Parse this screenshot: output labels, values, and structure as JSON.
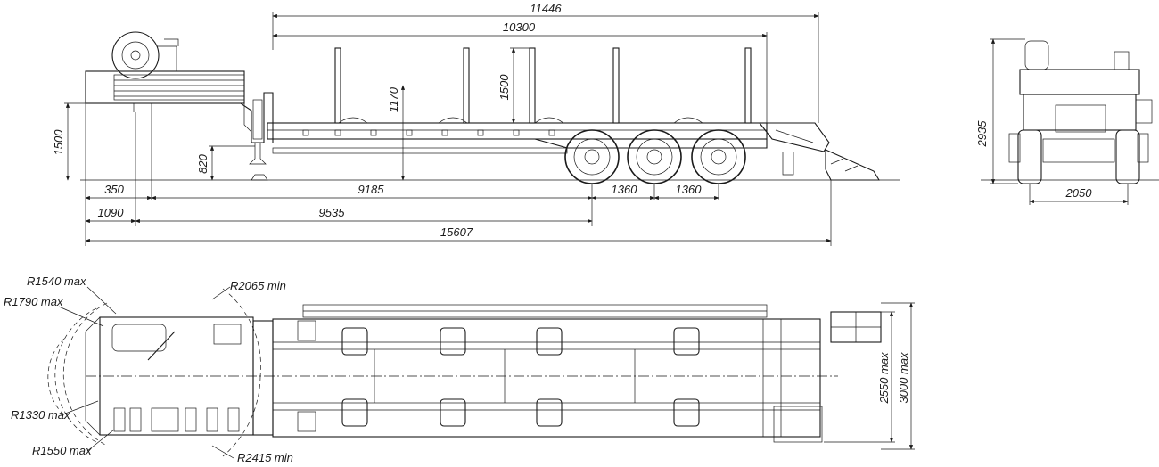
{
  "side_view": {
    "overall_length_top": "11446",
    "deck_length": "10300",
    "stake_height": "1500",
    "deck_height": "1170",
    "gooseneck_height": "1500",
    "landing_gear_height": "820",
    "front_overhang": "350",
    "kingpin_to_axle": "9185",
    "axle_spacing_1": "1360",
    "axle_spacing_2": "1360",
    "front_to_kingpin": "1090",
    "kingpin_to_center_axle": "9535",
    "overall_length": "15607"
  },
  "rear_view": {
    "overall_height": "2935",
    "track_width": "2050"
  },
  "top_view": {
    "r1540": "R1540 max",
    "r1790": "R1790 max",
    "r2065": "R2065 min",
    "r1330": "R1330 max",
    "r1550": "R1550 max",
    "r2415": "R2415 min",
    "width_2550": "2550 max",
    "width_3000": "3000 max"
  },
  "colors": {
    "line": "#1a1a1a",
    "background": "#ffffff"
  }
}
